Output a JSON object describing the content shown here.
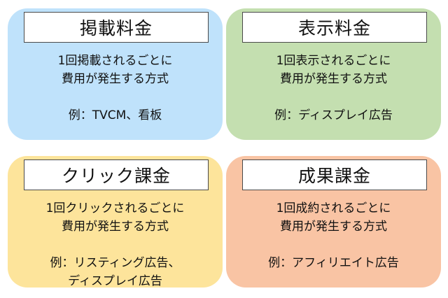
{
  "cards": [
    {
      "title": "掲載料金",
      "desc_line1": "1回掲載されるごとに",
      "desc_line2": "費用が発生する方式",
      "example_line1": "例：TVCM、看板",
      "example_line2": "",
      "color": "#bfe2fb"
    },
    {
      "title": "表示料金",
      "desc_line1": "1回表示されるごとに",
      "desc_line2": "費用が発生する方式",
      "example_line1": "例：ディスプレイ広告",
      "example_line2": "",
      "color": "#c4dfb0"
    },
    {
      "title": "クリック課金",
      "desc_line1": "1回クリックされるごとに",
      "desc_line2": "費用が発生する方式",
      "example_line1": "例：リスティング広告、",
      "example_line2": "ディスプレイ広告",
      "color": "#fde49b"
    },
    {
      "title": "成果課金",
      "desc_line1": "1回成約されるごとに",
      "desc_line2": "費用が発生する方式",
      "example_line1": "例：アフィリエイト広告",
      "example_line2": "",
      "color": "#f9c4a4"
    }
  ]
}
